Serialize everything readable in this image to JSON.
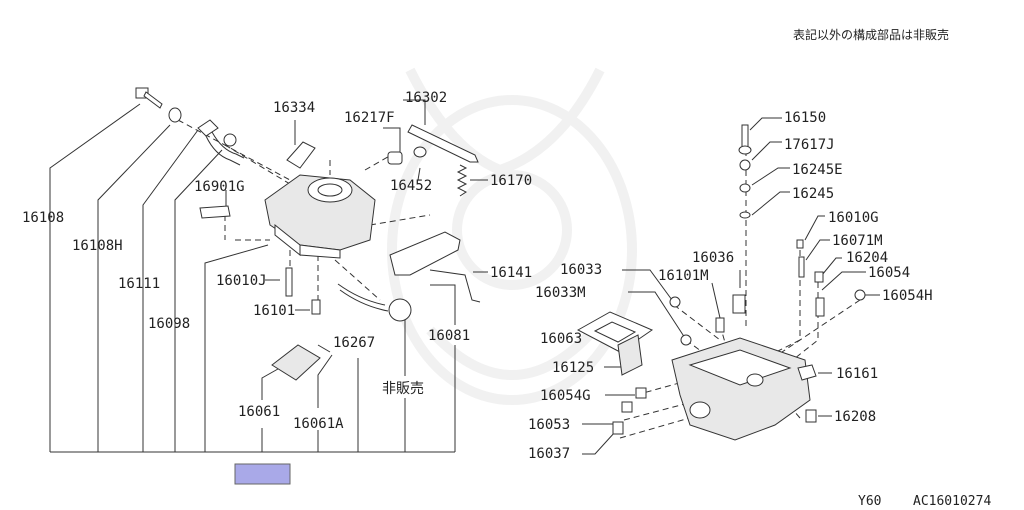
{
  "header": {
    "note": "表記以外の構成部品は非販売"
  },
  "footer": {
    "model": "Y60",
    "diagram_code": "AC16010274"
  },
  "highlight_color": "#a9a9e8",
  "labels": {
    "p16108": "16108",
    "p16108H": "16108H",
    "p16111": "16111",
    "p16098": "16098",
    "p16334": "16334",
    "p16217F": "16217F",
    "p16302": "16302",
    "p16452": "16452",
    "p16170": "16170",
    "p16901G": "16901G",
    "p16010J": "16010J",
    "p16101": "16101",
    "p16267": "16267",
    "p16081": "16081",
    "p16141": "16141",
    "not_sold": "非販売",
    "p16061": "16061",
    "p16061A": "16061A",
    "p16150": "16150",
    "p17617J": "17617J",
    "p16245E": "16245E",
    "p16245": "16245",
    "p16010G": "16010G",
    "p16071M": "16071M",
    "p16204": "16204",
    "p16054": "16054",
    "p16054H": "16054H",
    "p16036": "16036",
    "p16033": "16033",
    "p16101M": "16101M",
    "p16033M": "16033M",
    "p16063": "16063",
    "p16125": "16125",
    "p16161": "16161",
    "p16054G": "16054G",
    "p16053": "16053",
    "p16208": "16208",
    "p16037": "16037"
  }
}
